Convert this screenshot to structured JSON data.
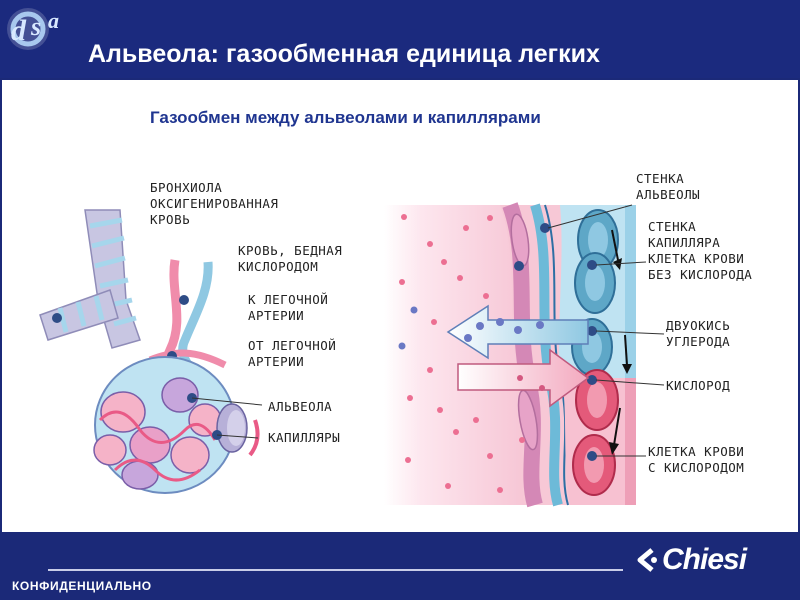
{
  "slide": {
    "logo_text": "dsa",
    "title": "Альвеола: газообменная единица легких",
    "subtitle": "Газообмен между альвеолами и капиллярами"
  },
  "labels": {
    "bronchiole": "БРОНХИОЛА\nОКСИГЕНИРОВАННАЯ\nКРОВЬ",
    "blood_low_oxygen": "КРОВЬ, БЕДНАЯ\nКИСЛОРОДОМ",
    "to_pulmonary_artery": "К ЛЕГОЧНОЙ\nАРТЕРИИ",
    "from_pulmonary_artery": "ОТ ЛЕГОЧНОЙ\nАРТЕРИИ",
    "alveolus": "АЛЬВЕОЛА",
    "capillaries": "КАПИЛЛЯРЫ",
    "alveolar_wall": "СТЕНКА\nАЛЬВЕОЛЫ",
    "capillary_wall": "СТЕНКА\nКАПИЛЛЯРА\nКЛЕТКА КРОВИ\nБЕЗ КИСЛОРОДА",
    "carbon_dioxide": "ДВУОКИСЬ\nУГЛЕРОДА",
    "oxygen": "КИСЛОРОД",
    "oxygenated_cell": "КЛЕТКА КРОВИ\nС КИСЛОРОДОМ"
  },
  "footer": {
    "confidential": "КОНФИДЕНЦИАЛЬНО",
    "brand": "Chiesi"
  },
  "colors": {
    "background": "#1b2978",
    "title_text": "#ffffff",
    "subtitle_text": "#1f3590",
    "pink_tissue": "#f4b8cc",
    "blue_tissue": "#a9d8ec",
    "red_cell": "#e8506e",
    "blue_cell": "#4aa3c8"
  }
}
